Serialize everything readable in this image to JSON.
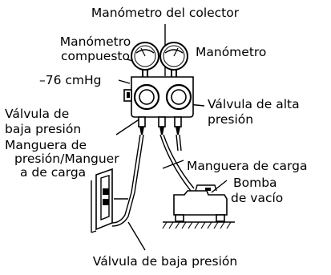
{
  "labels": {
    "manifold_gauge": "Manómetro del colector",
    "compound_gauge_line1": "Manómetro",
    "compound_gauge_line2": "compuesto",
    "gauge": "Manómetro",
    "vacuum_reading": "–76 cmHg",
    "low_valve_line1": "Válvula de",
    "low_valve_line2": "baja presión",
    "high_valve_line1": "Válvula de alta",
    "high_valve_line2": "presión",
    "hose_line1": "Manguera de",
    "hose_line2": "presión/Manguer",
    "hose_line3": "a de carga",
    "charge_hose": "Manguera de carga",
    "pump_line1": "Bomba",
    "pump_line2": "de vacío",
    "bottom_valve": "Válvula de baja presión"
  }
}
